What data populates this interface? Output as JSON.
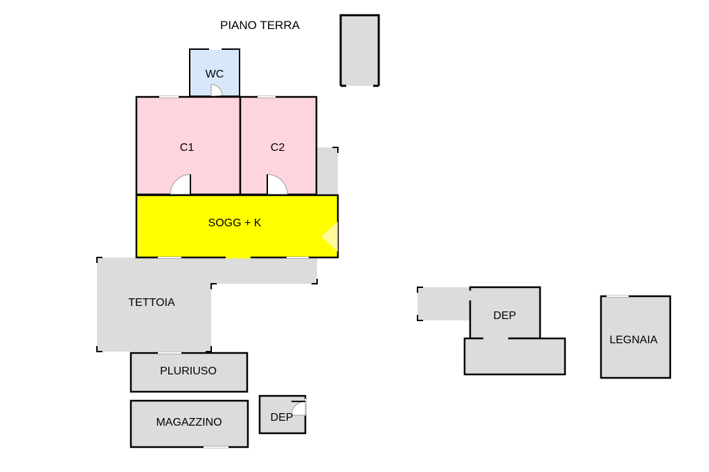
{
  "title": "PIANO TERRA",
  "rooms": {
    "wc": "WC",
    "c1": "C1",
    "c2": "C2",
    "sogg_k": "SOGG + K",
    "tettoia": "TETTOIA",
    "pluriuso": "PLURIUSO",
    "magazzino": "MAGAZZINO",
    "dep_small": "DEP",
    "dep_right": "DEP",
    "legnaia": "LEGNAIA"
  },
  "colors": {
    "wall": "#000000",
    "grey": "#dcdcdc",
    "pink": "#ffd5dd",
    "blue": "#d6e8fa",
    "yellow": "#ffff00",
    "door": "#b4b4b4"
  }
}
